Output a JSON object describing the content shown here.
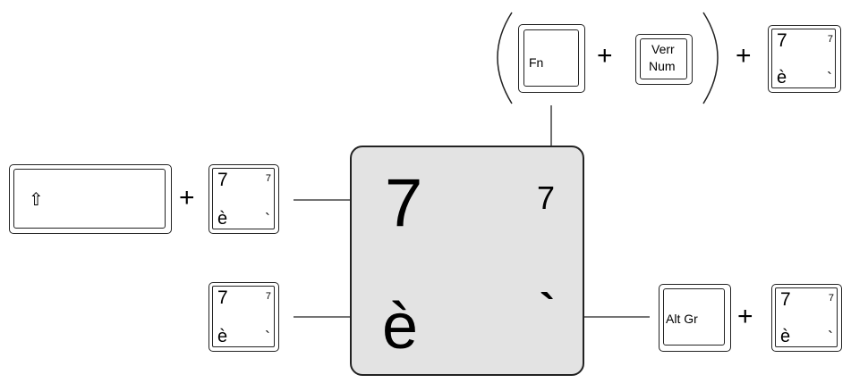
{
  "key_legend": {
    "top_left": "7",
    "top_right": "7",
    "bottom_left": "è",
    "bottom_right": "`"
  },
  "keys": {
    "fn": "Fn",
    "verr_num_line1": "Verr",
    "verr_num_line2": "Num",
    "alt_gr": "Alt Gr",
    "shift_symbol": "⇧"
  },
  "operators": {
    "plus": "+",
    "paren_open": "(",
    "paren_close": ")"
  }
}
